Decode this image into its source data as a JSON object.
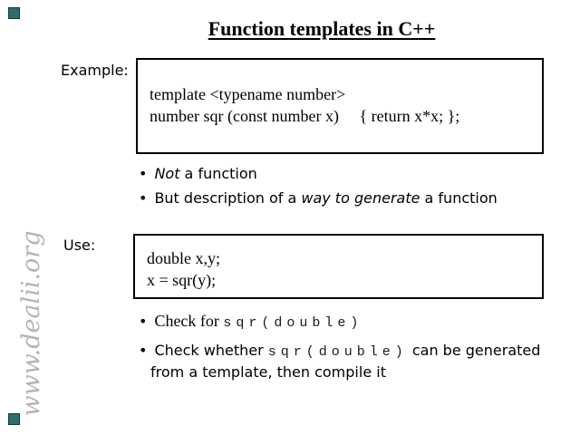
{
  "slide": {
    "title": "Function templates in C++",
    "watermark_text": "www.dealii.org",
    "bullet_char": "•",
    "example": {
      "label": "Example:",
      "code_line1": "template <typename number>",
      "code_line2": "number sqr (const number x)     { return x*x; };",
      "bullet1": {
        "italic": "Not",
        "rest": " a function"
      },
      "bullet2": {
        "pre": "But description of a ",
        "italic": "way to generate",
        "post": " a function"
      }
    },
    "use": {
      "label": "Use:",
      "code_line1": "double x,y;",
      "code_line2": "x = sqr(y);",
      "bullet1": {
        "serif": "Check for ",
        "code": "sqr(double)"
      },
      "bullet2": {
        "pre": "Check whether ",
        "code": "sqr(double)",
        "post": " can be generated",
        "line2": "from a template, then compile it"
      }
    },
    "colors": {
      "corner_marker": "#2d6d6d",
      "watermark": "#b4b4b4",
      "text": "#000000"
    }
  }
}
